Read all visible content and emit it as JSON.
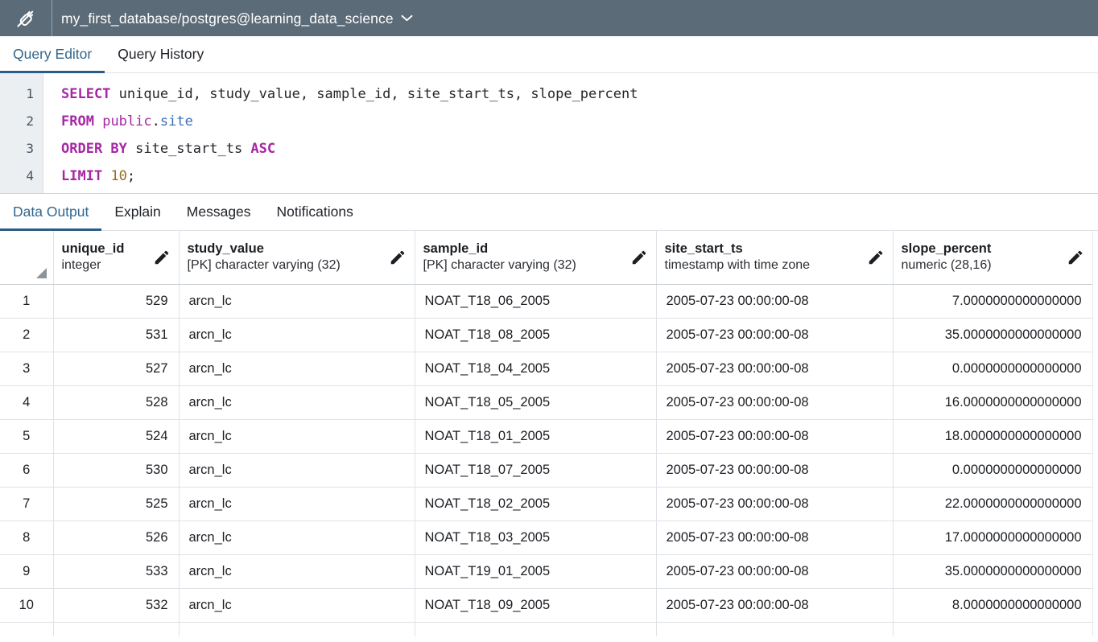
{
  "connection_bar": {
    "icon": "disconnected-plug-icon",
    "title": "my_first_database/postgres@learning_data_science",
    "caret": "⌄",
    "bg_color": "#5c6b78"
  },
  "top_tabs": {
    "items": [
      {
        "label": "Query Editor",
        "active": true
      },
      {
        "label": "Query History",
        "active": false
      }
    ],
    "active_color": "#31678e",
    "underline_color": "#2b5d88"
  },
  "editor": {
    "line_numbers": [
      "1",
      "2",
      "3",
      "4"
    ],
    "lines": [
      {
        "n": "1",
        "tokens": [
          {
            "t": "SELECT",
            "c": "kw"
          },
          {
            "t": " unique_id, study_value, sample_id, site_start_ts, slope_percent",
            "c": "pnc"
          }
        ]
      },
      {
        "n": "2",
        "tokens": [
          {
            "t": "FROM",
            "c": "kw"
          },
          {
            "t": " ",
            "c": "pnc"
          },
          {
            "t": "public",
            "c": "sch"
          },
          {
            "t": ".",
            "c": "pnc"
          },
          {
            "t": "site",
            "c": "tbl"
          }
        ]
      },
      {
        "n": "3",
        "tokens": [
          {
            "t": "ORDER BY",
            "c": "kw"
          },
          {
            "t": " site_start_ts ",
            "c": "pnc"
          },
          {
            "t": "ASC",
            "c": "kw"
          }
        ]
      },
      {
        "n": "4",
        "tokens": [
          {
            "t": "LIMIT",
            "c": "kw"
          },
          {
            "t": " ",
            "c": "pnc"
          },
          {
            "t": "10",
            "c": "num"
          },
          {
            "t": ";",
            "c": "pnc"
          }
        ]
      }
    ],
    "plain_text": "SELECT unique_id, study_value, sample_id, site_start_ts, slope_percent\nFROM public.site\nORDER BY site_start_ts ASC\nLIMIT 10;",
    "keyword_color": "#a626a4",
    "table_color": "#3a6fb5",
    "number_color": "#9a6a22"
  },
  "result_tabs": {
    "items": [
      {
        "label": "Data Output",
        "active": true
      },
      {
        "label": "Explain",
        "active": false
      },
      {
        "label": "Messages",
        "active": false
      },
      {
        "label": "Notifications",
        "active": false
      }
    ]
  },
  "grid": {
    "edit_icon": "pencil-icon",
    "corner_icon": "select-all-triangle-icon",
    "columns": [
      {
        "name": "unique_id",
        "type": "integer",
        "align": "right"
      },
      {
        "name": "study_value",
        "type": "[PK] character varying (32)",
        "align": "left"
      },
      {
        "name": "sample_id",
        "type": "[PK] character varying (32)",
        "align": "left"
      },
      {
        "name": "site_start_ts",
        "type": "timestamp with time zone",
        "align": "left"
      },
      {
        "name": "slope_percent",
        "type": "numeric (28,16)",
        "align": "right"
      }
    ],
    "rows": [
      {
        "idx": "1",
        "unique_id": "529",
        "study_value": "arcn_lc",
        "sample_id": "NOAT_T18_06_2005",
        "site_start_ts": "2005-07-23 00:00:00-08",
        "slope_percent": "7.0000000000000000"
      },
      {
        "idx": "2",
        "unique_id": "531",
        "study_value": "arcn_lc",
        "sample_id": "NOAT_T18_08_2005",
        "site_start_ts": "2005-07-23 00:00:00-08",
        "slope_percent": "35.0000000000000000"
      },
      {
        "idx": "3",
        "unique_id": "527",
        "study_value": "arcn_lc",
        "sample_id": "NOAT_T18_04_2005",
        "site_start_ts": "2005-07-23 00:00:00-08",
        "slope_percent": "0.0000000000000000"
      },
      {
        "idx": "4",
        "unique_id": "528",
        "study_value": "arcn_lc",
        "sample_id": "NOAT_T18_05_2005",
        "site_start_ts": "2005-07-23 00:00:00-08",
        "slope_percent": "16.0000000000000000"
      },
      {
        "idx": "5",
        "unique_id": "524",
        "study_value": "arcn_lc",
        "sample_id": "NOAT_T18_01_2005",
        "site_start_ts": "2005-07-23 00:00:00-08",
        "slope_percent": "18.0000000000000000"
      },
      {
        "idx": "6",
        "unique_id": "530",
        "study_value": "arcn_lc",
        "sample_id": "NOAT_T18_07_2005",
        "site_start_ts": "2005-07-23 00:00:00-08",
        "slope_percent": "0.0000000000000000"
      },
      {
        "idx": "7",
        "unique_id": "525",
        "study_value": "arcn_lc",
        "sample_id": "NOAT_T18_02_2005",
        "site_start_ts": "2005-07-23 00:00:00-08",
        "slope_percent": "22.0000000000000000"
      },
      {
        "idx": "8",
        "unique_id": "526",
        "study_value": "arcn_lc",
        "sample_id": "NOAT_T18_03_2005",
        "site_start_ts": "2005-07-23 00:00:00-08",
        "slope_percent": "17.0000000000000000"
      },
      {
        "idx": "9",
        "unique_id": "533",
        "study_value": "arcn_lc",
        "sample_id": "NOAT_T19_01_2005",
        "site_start_ts": "2005-07-23 00:00:00-08",
        "slope_percent": "35.0000000000000000"
      },
      {
        "idx": "10",
        "unique_id": "532",
        "study_value": "arcn_lc",
        "sample_id": "NOAT_T18_09_2005",
        "site_start_ts": "2005-07-23 00:00:00-08",
        "slope_percent": "8.0000000000000000"
      },
      {
        "idx": "",
        "unique_id": "",
        "study_value": "",
        "sample_id": "",
        "site_start_ts": "",
        "slope_percent": ""
      }
    ]
  }
}
